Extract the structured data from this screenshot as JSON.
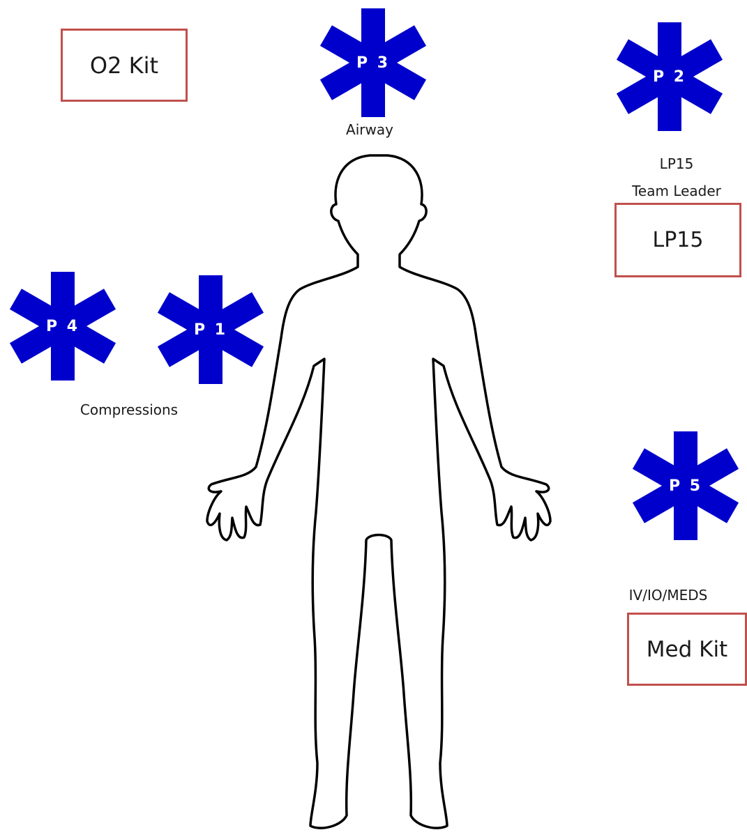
{
  "kits": {
    "o2": "O2 Kit",
    "lp15": "LP15",
    "med": "Med Kit"
  },
  "providers": {
    "p3": "P 3",
    "p2": "P 2",
    "p4": "P 4",
    "p1": "P 1",
    "p5": "P 5"
  },
  "roles": {
    "airway": "Airway",
    "lp15": "LP15",
    "team_leader": "Team Leader",
    "compressions": "Compressions",
    "iv_io_meds": "IV/IO/MEDS"
  },
  "colors": {
    "star_blue": "#0000cc",
    "kit_fill": "#e6b9b8",
    "kit_border": "#c0504d",
    "outline": "#000000"
  },
  "icons": {
    "provider": "star-of-life-icon",
    "patient": "body-outline-icon"
  }
}
